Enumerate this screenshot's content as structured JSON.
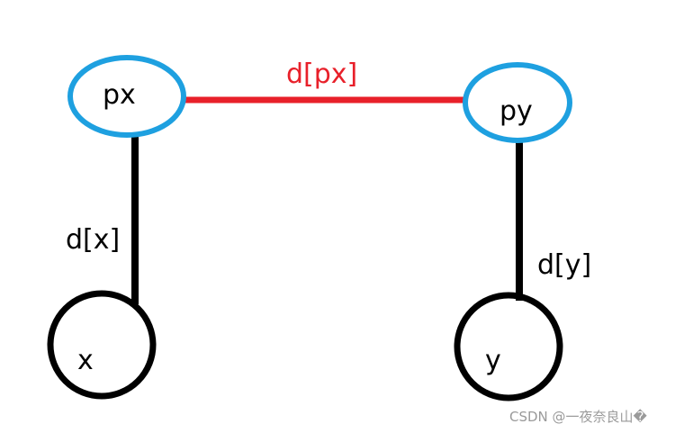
{
  "colors": {
    "background": "#ffffff",
    "root_node_stroke": "#1ea0e0",
    "leaf_node_stroke": "#000000",
    "root_edge": "#e8202a",
    "leaf_edge": "#000000",
    "root_edge_label": "#e8202a",
    "leaf_edge_label": "#000000",
    "watermark": "#9a9a9a"
  },
  "nodes": {
    "px": {
      "label": "px"
    },
    "py": {
      "label": "py"
    },
    "x": {
      "label": "x"
    },
    "y": {
      "label": "y"
    }
  },
  "edges": {
    "px_py": {
      "label": "d[px]"
    },
    "x_px": {
      "label": "d[x]"
    },
    "y_py": {
      "label": "d[y]"
    }
  },
  "watermark": {
    "text": "CSDN @一夜奈良山�"
  }
}
